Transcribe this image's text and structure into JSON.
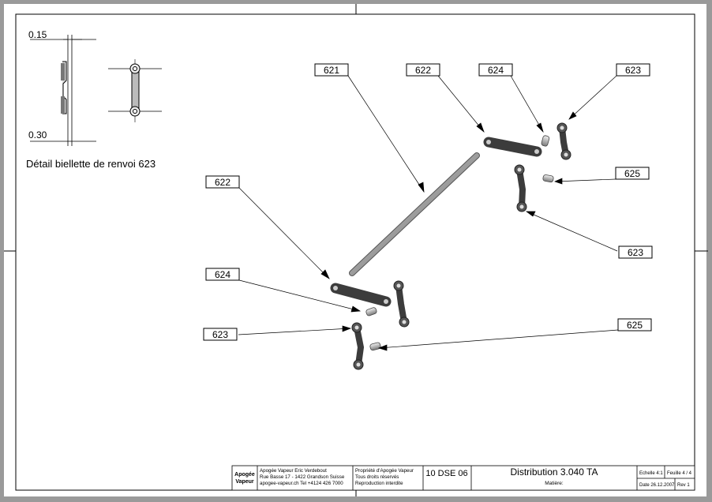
{
  "detail": {
    "dim_top": "0.15",
    "dim_bottom": "0.30",
    "caption": "Détail biellette de renvoi 623"
  },
  "callouts": {
    "c621": "621",
    "c622a": "622",
    "c624a": "624",
    "c623a": "623",
    "c622b": "622",
    "c625a": "625",
    "c623b": "623",
    "c624b": "624",
    "c623c": "623",
    "c625b": "625"
  },
  "title_block": {
    "logo_line1": "Apogée",
    "logo_line2": "Vapeur",
    "company_line1": "Apogée Vapeur Eric Verdebout",
    "company_line2": "Rue Basse 17 - 1422 Grandson Suisse",
    "company_line3": "apogee-vapeur.ch Tel +4124 426 7000",
    "rights_line1": "Propriété d'Apogée Vapeur",
    "rights_line2": "Tous droits réservés",
    "rights_line3": "Reproduction interdite",
    "drawing_number": "10 DSE 06",
    "title": "Distribution 3.040 TA",
    "material_label": "Matière:",
    "scale": "Echelle 4:1",
    "sheet": "Feuille 4 / 4",
    "date": "Date 26.12.2007",
    "revision": "Rev 1"
  },
  "colors": {
    "paper": "#ffffff",
    "frame": "#9a9a9a",
    "line": "#000000",
    "part_dark": "#3c3c3c",
    "part_light": "#b4b4b4"
  }
}
